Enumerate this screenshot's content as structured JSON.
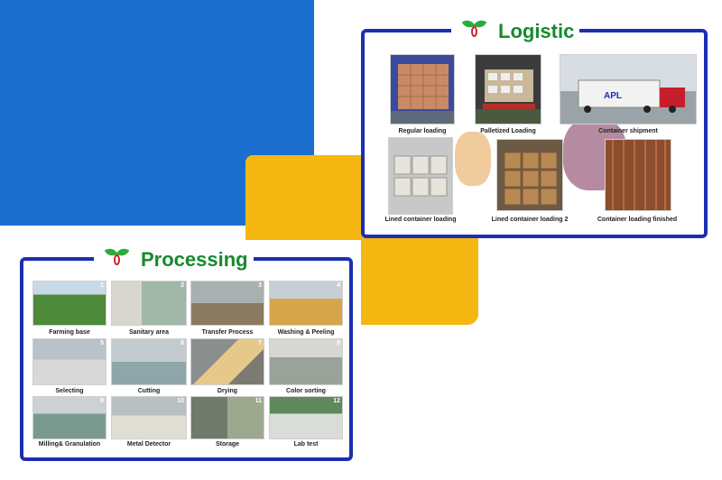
{
  "logistic": {
    "title": "Logistic",
    "items": [
      {
        "caption": "Regular loading"
      },
      {
        "caption": "Palletized Loading"
      },
      {
        "caption": "Container shipment",
        "truck_label": "APL"
      },
      {
        "caption": "Lined container loading"
      },
      {
        "caption": "Lined container loading 2"
      },
      {
        "caption": "Container loading finished"
      }
    ]
  },
  "processing": {
    "title": "Processing",
    "items": [
      {
        "num": "1",
        "caption": "Farming base"
      },
      {
        "num": "2",
        "caption": "Sanitary area"
      },
      {
        "num": "3",
        "caption": "Transfer Process"
      },
      {
        "num": "4",
        "caption": "Washing & Peeling"
      },
      {
        "num": "5",
        "caption": "Selecting"
      },
      {
        "num": "6",
        "caption": "Cutting"
      },
      {
        "num": "7",
        "caption": "Drying"
      },
      {
        "num": "8",
        "caption": "Color sorting"
      },
      {
        "num": "9",
        "caption": "Milling& Granulation"
      },
      {
        "num": "10",
        "caption": "Metal Detector"
      },
      {
        "num": "11",
        "caption": "Storage"
      },
      {
        "num": "12",
        "caption": "Lab test"
      }
    ]
  },
  "colors": {
    "blue": "#1a6fce",
    "yellow": "#f5b711",
    "frame": "#1a2fb0",
    "title_green": "#168a2e"
  }
}
